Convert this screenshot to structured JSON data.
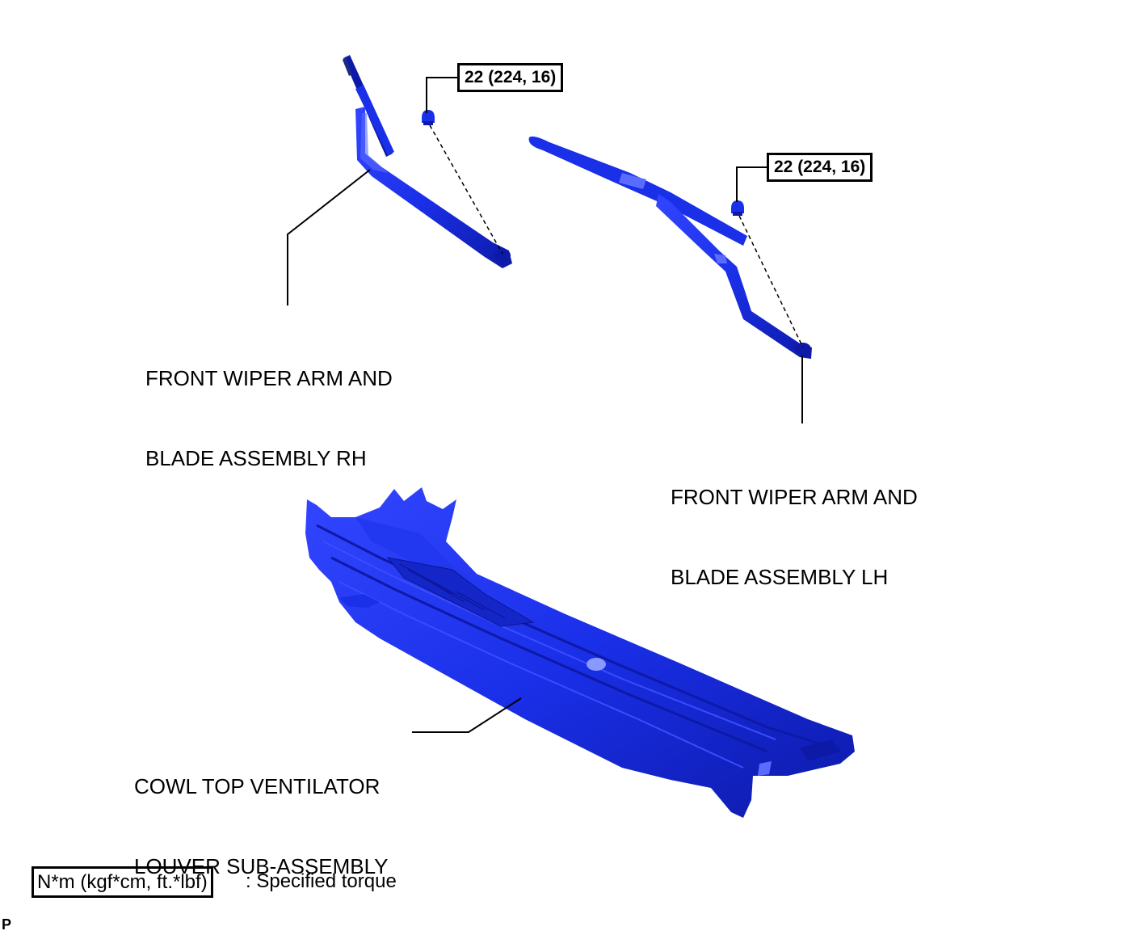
{
  "colors": {
    "part_fill": "#1a2fe8",
    "part_dark": "#0d1aa8",
    "part_light": "#5a6cff",
    "line": "#000000"
  },
  "parts": {
    "wiper_rh": {
      "line1": "FRONT WIPER ARM AND",
      "line2": "BLADE ASSEMBLY RH"
    },
    "wiper_lh": {
      "line1": "FRONT WIPER ARM AND",
      "line2": "BLADE ASSEMBLY LH"
    },
    "cowl": {
      "line1": "COWL TOP VENTILATOR",
      "line2": "LOUVER SUB-ASSEMBLY"
    }
  },
  "torques": {
    "rh_nut": "22 (224, 16)",
    "lh_nut": "22 (224, 16)"
  },
  "legend": {
    "box_text": "N*m (kgf*cm, ft.*lbf)",
    "description": ": Specified torque"
  },
  "corner_tag": "P"
}
